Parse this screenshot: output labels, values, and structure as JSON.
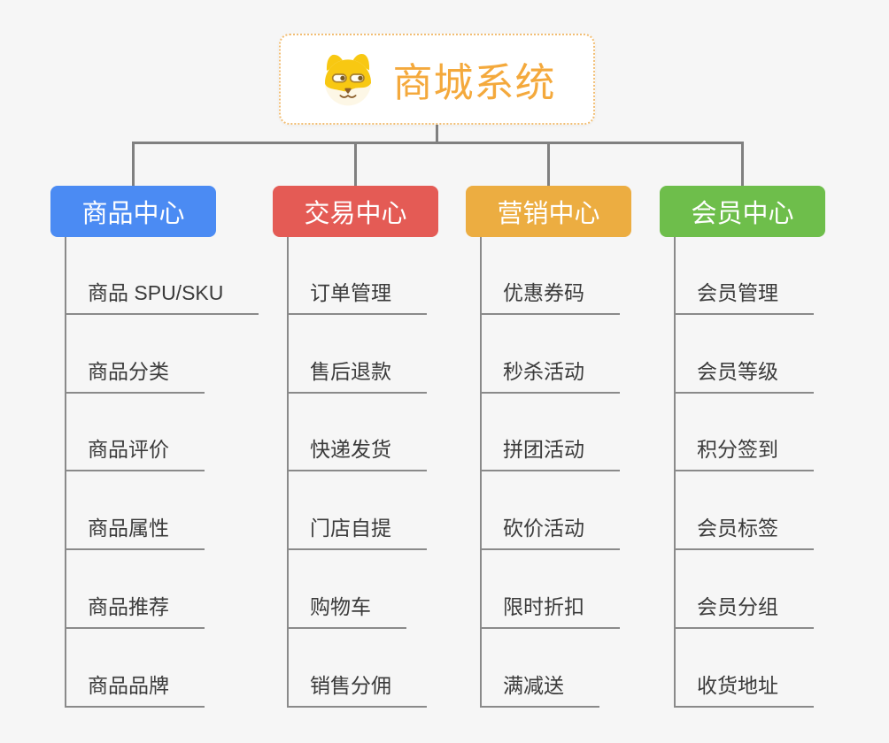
{
  "root": {
    "title": "商城系统",
    "icon": "shiba-dog-icon"
  },
  "branches": [
    {
      "label": "商品中心",
      "color": "#4b8bf3",
      "items": [
        "商品 SPU/SKU",
        "商品分类",
        "商品评价",
        "商品属性",
        "商品推荐",
        "商品品牌"
      ]
    },
    {
      "label": "交易中心",
      "color": "#e45b55",
      "items": [
        "订单管理",
        "售后退款",
        "快递发货",
        "门店自提",
        "购物车",
        "销售分佣"
      ]
    },
    {
      "label": "营销中心",
      "color": "#ecad41",
      "items": [
        "优惠券码",
        "秒杀活动",
        "拼团活动",
        "砍价活动",
        "限时折扣",
        "满减送"
      ]
    },
    {
      "label": "会员中心",
      "color": "#6ebe4b",
      "items": [
        "会员管理",
        "会员等级",
        "积分签到",
        "会员标签",
        "会员分组",
        "收货地址"
      ]
    }
  ],
  "colors": {
    "background": "#f6f6f6",
    "connector": "#808080",
    "leaf_line": "#8a8a8a",
    "leaf_text": "#3b3b3b",
    "root_text": "#f4a93c",
    "root_border": "#f2be74",
    "root_background": "#ffffff"
  }
}
